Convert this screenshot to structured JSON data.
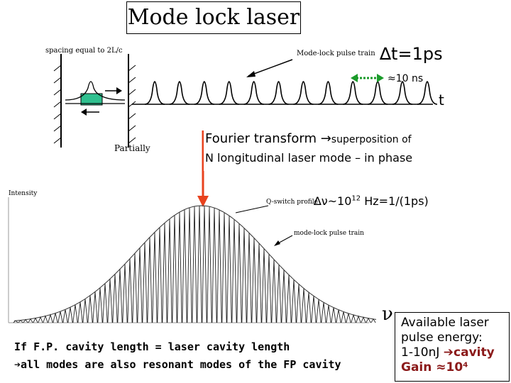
{
  "title": "Mode lock laser",
  "cavity_diagram": {
    "spacing_label": "spacing equal to 2L/c",
    "partially_label": "Partially"
  },
  "pulse_train": {
    "label": "Mode-lock pulse train",
    "delta_t": "∆t=1ps",
    "period": "≈10 ns",
    "axis_label": "t",
    "pulse_count": 12
  },
  "fourier": {
    "line1_main": "Fourier transform →",
    "line1_small": "superposition of",
    "line2": "N longitudinal laser mode – in phase"
  },
  "spectrum": {
    "y_label": "Intensity",
    "q_switch_label": "Q-switch profile",
    "mode_lock_label": "mode-lock pulse train",
    "delta_nu_prefix": "∆ν~10",
    "delta_nu_exp": "12",
    "delta_nu_suffix": " Hz=1/(1ps)",
    "axis_label": "ν"
  },
  "bottom_note": {
    "line1": "If  F.P. cavity length = laser cavity length",
    "line2_arrow": "➔",
    "line2": "all modes are also resonant modes of the FP cavity"
  },
  "energy_box": {
    "line1": "Available laser",
    "line2": "pulse energy:",
    "line3_prefix": "1-10nJ ",
    "line3_arrow": "➔",
    "line3_suffix": "cavity",
    "line4": "Gain ≈10⁴"
  },
  "colors": {
    "red_arrow": "#e8421e",
    "green_arrow": "#1a9b2a",
    "gain_text": "#8b1a1a",
    "gain_element": "#2fc08f"
  }
}
